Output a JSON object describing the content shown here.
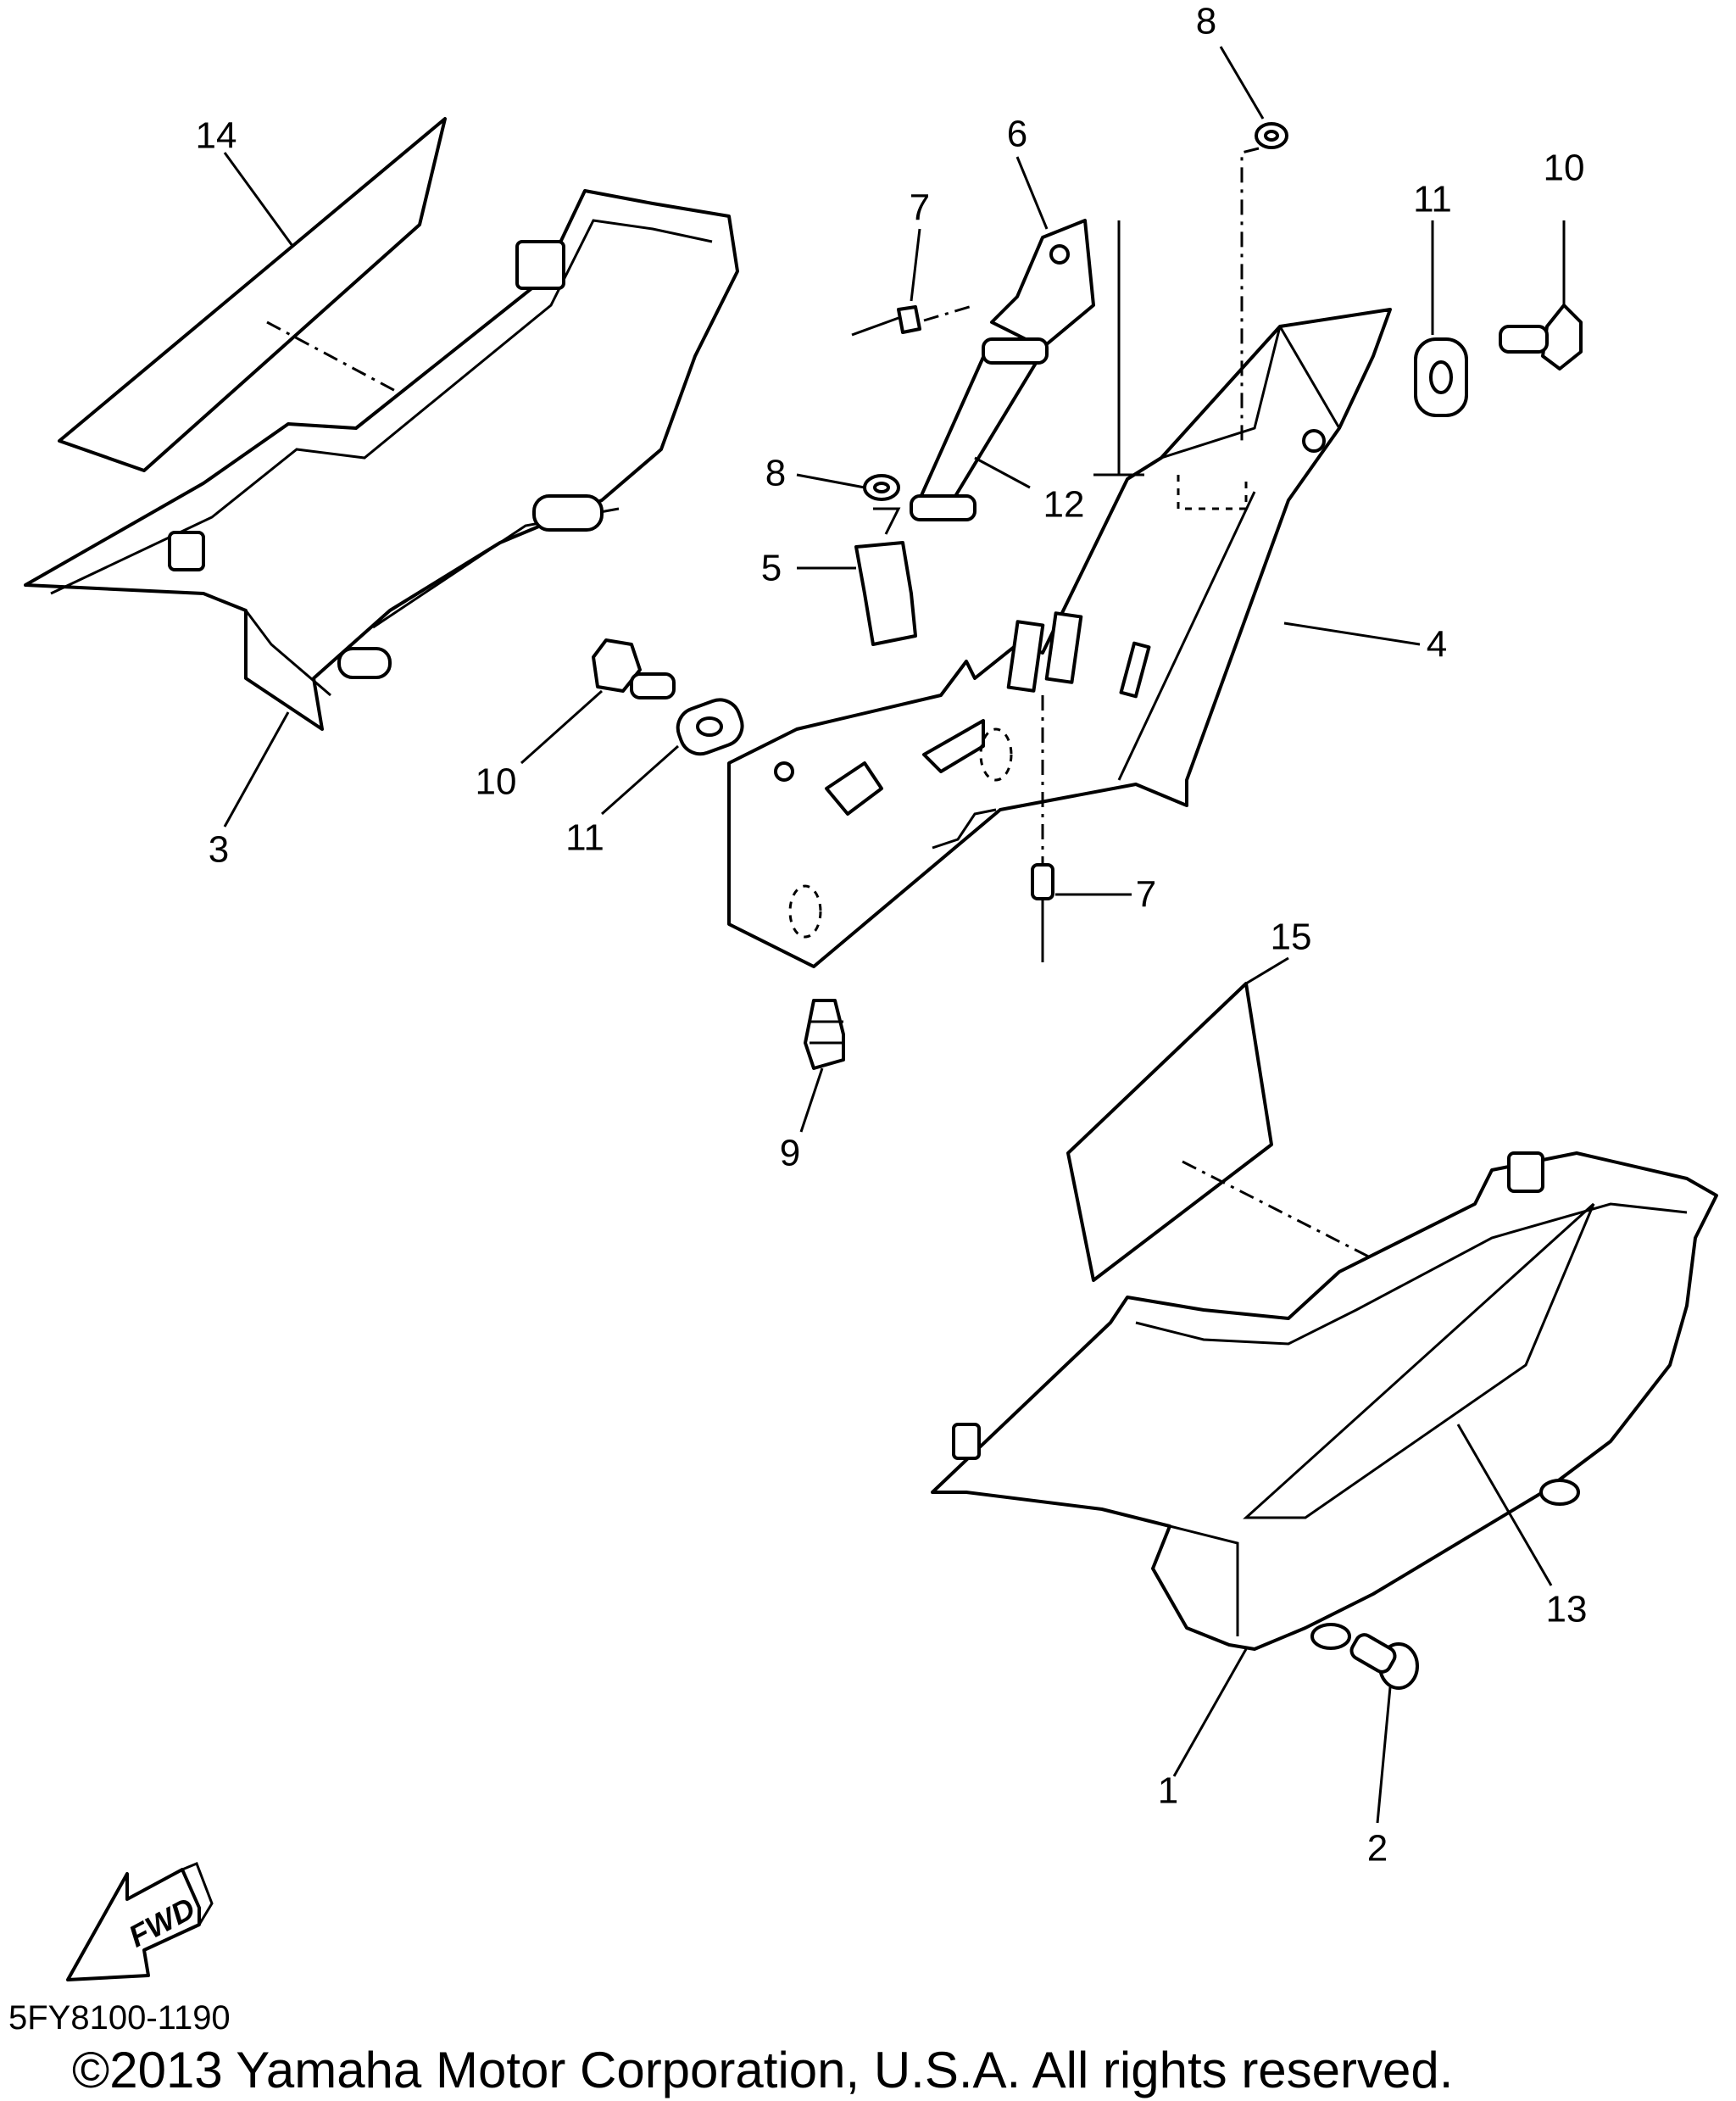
{
  "callouts": [
    {
      "num": "14"
    },
    {
      "num": "8"
    },
    {
      "num": "6"
    },
    {
      "num": "7"
    },
    {
      "num": "11"
    },
    {
      "num": "10"
    },
    {
      "num": "8"
    },
    {
      "num": "12"
    },
    {
      "num": "5"
    },
    {
      "num": "4"
    },
    {
      "num": "10"
    },
    {
      "num": "11"
    },
    {
      "num": "3"
    },
    {
      "num": "7"
    },
    {
      "num": "15"
    },
    {
      "num": "9"
    },
    {
      "num": "13"
    },
    {
      "num": "1"
    },
    {
      "num": "2"
    }
  ],
  "fwd_label": "FWD",
  "diagram_code": "5FY8100-1190",
  "copyright": "©2013 Yamaha Motor Corporation, U.S.A. All rights reserved."
}
